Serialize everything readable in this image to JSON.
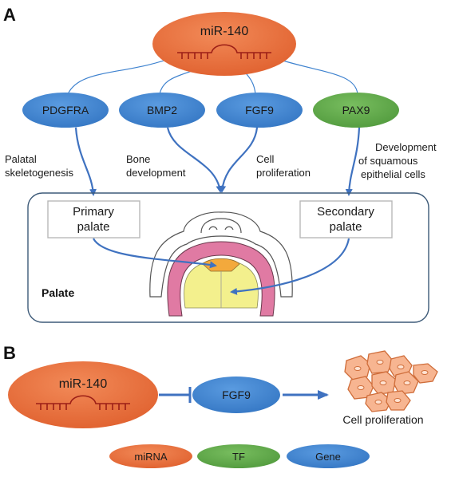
{
  "panels": {
    "a": "A",
    "b": "B"
  },
  "colors": {
    "mirna": "#e8693a",
    "gene": "#3e82cf",
    "tf": "#5fa84a",
    "arrow": "#3f72c0",
    "box_border": "#3d5a78",
    "gums": "#e07aa3",
    "palate_fill": "#f3f08d",
    "primary_fill": "#f3a93c",
    "cell_fill": "#f7b591"
  },
  "a": {
    "mirna_label": "miR-140",
    "genes": {
      "pdgfra": "PDGFRA",
      "bmp2": "BMP2",
      "fgf9": "FGF9",
      "pax9": "PAX9"
    },
    "annotations": {
      "palatal_line1": "Palatal",
      "palatal_line2": "skeletogenesis",
      "bone_line1": "Bone",
      "bone_line2": "development",
      "cell_line1": "Cell",
      "cell_line2": "proliferation",
      "dev_line1": "Development",
      "dev_line2": "of squamous",
      "dev_line3": "epithelial cells"
    },
    "primary_line1": "Primary",
    "primary_line2": "palate",
    "secondary_line1": "Secondary",
    "secondary_line2": "palate",
    "palate_label": "Palate"
  },
  "b": {
    "mirna_label": "miR-140",
    "gene_label": "FGF9",
    "outcome_label": "Cell proliferation"
  },
  "legend": {
    "mirna": "miRNA",
    "tf": "TF",
    "gene": "Gene"
  }
}
